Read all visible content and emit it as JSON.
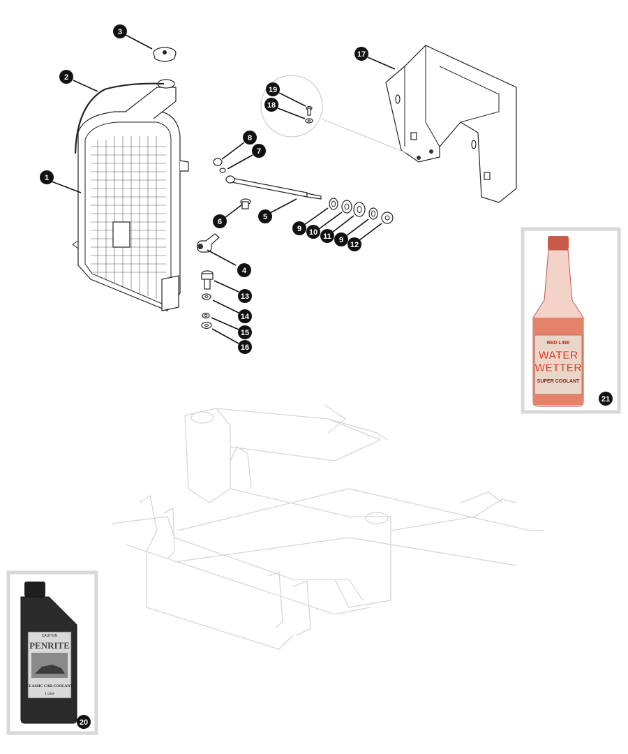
{
  "callouts": [
    {
      "id": "c1",
      "label": "1"
    },
    {
      "id": "c2",
      "label": "2"
    },
    {
      "id": "c3",
      "label": "3"
    },
    {
      "id": "c4",
      "label": "4"
    },
    {
      "id": "c5",
      "label": "5"
    },
    {
      "id": "c6",
      "label": "6"
    },
    {
      "id": "c7",
      "label": "7"
    },
    {
      "id": "c8",
      "label": "8"
    },
    {
      "id": "c9a",
      "label": "9"
    },
    {
      "id": "c9b",
      "label": "9"
    },
    {
      "id": "c10",
      "label": "10"
    },
    {
      "id": "c11",
      "label": "11"
    },
    {
      "id": "c12",
      "label": "12"
    },
    {
      "id": "c13",
      "label": "13"
    },
    {
      "id": "c14",
      "label": "14"
    },
    {
      "id": "c15",
      "label": "15"
    },
    {
      "id": "c16",
      "label": "16"
    },
    {
      "id": "c17",
      "label": "17"
    },
    {
      "id": "c18",
      "label": "18"
    },
    {
      "id": "c19",
      "label": "19"
    },
    {
      "id": "c20",
      "label": "20"
    },
    {
      "id": "c21",
      "label": "21"
    }
  ],
  "product_21": {
    "brand": "RED LINE",
    "name_line1": "WATER",
    "name_line2": "WETTER",
    "sub_line": "SUPER COOLANT"
  },
  "product_20": {
    "caution": "CAUTION",
    "brand": "PENRITE",
    "name": "CLASSIC CAR COOLANT",
    "volume": "1 Litre"
  },
  "colors": {
    "callout": "#111111",
    "ghost_frame": "#d6d6d6",
    "water_wetter_liquid": "#e4826a",
    "penrite_bottle": "#2b2b2b"
  }
}
